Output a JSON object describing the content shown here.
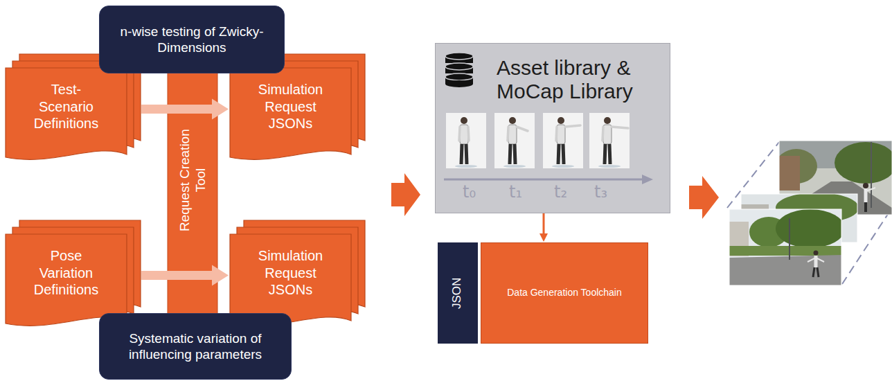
{
  "diagram": {
    "nodes": [
      {
        "text": [
          "n-wise testing of Zwicky-Dimensions"
        ]
      },
      {
        "text": [
          "Test-Scenario Definitions"
        ]
      },
      {
        "text": [
          "Request Creation Tool"
        ]
      },
      {
        "text": [
          "Simulation Request JSONs"
        ]
      },
      {
        "text": [
          "Pose Variation Definitions"
        ]
      },
      {
        "text": [
          "Simulation Request JSONs"
        ]
      },
      {
        "text": [
          "Systematic variation of influencing parameters"
        ]
      },
      {
        "text": [
          "Asset library & MoCap Library"
        ]
      },
      {
        "text": [
          "JSON"
        ]
      },
      {
        "text": [
          "Data Generation Toolchain"
        ]
      }
    ],
    "edges": [
      {
        "from": 1,
        "to": 3,
        "arrow": "to"
      },
      {
        "from": 4,
        "to": 5,
        "arrow": "to"
      },
      {
        "from": 7,
        "to": 9,
        "arrow": "to"
      }
    ],
    "labels": [
      "t₀",
      "t₁",
      "t₂",
      "t₃"
    ]
  }
}
